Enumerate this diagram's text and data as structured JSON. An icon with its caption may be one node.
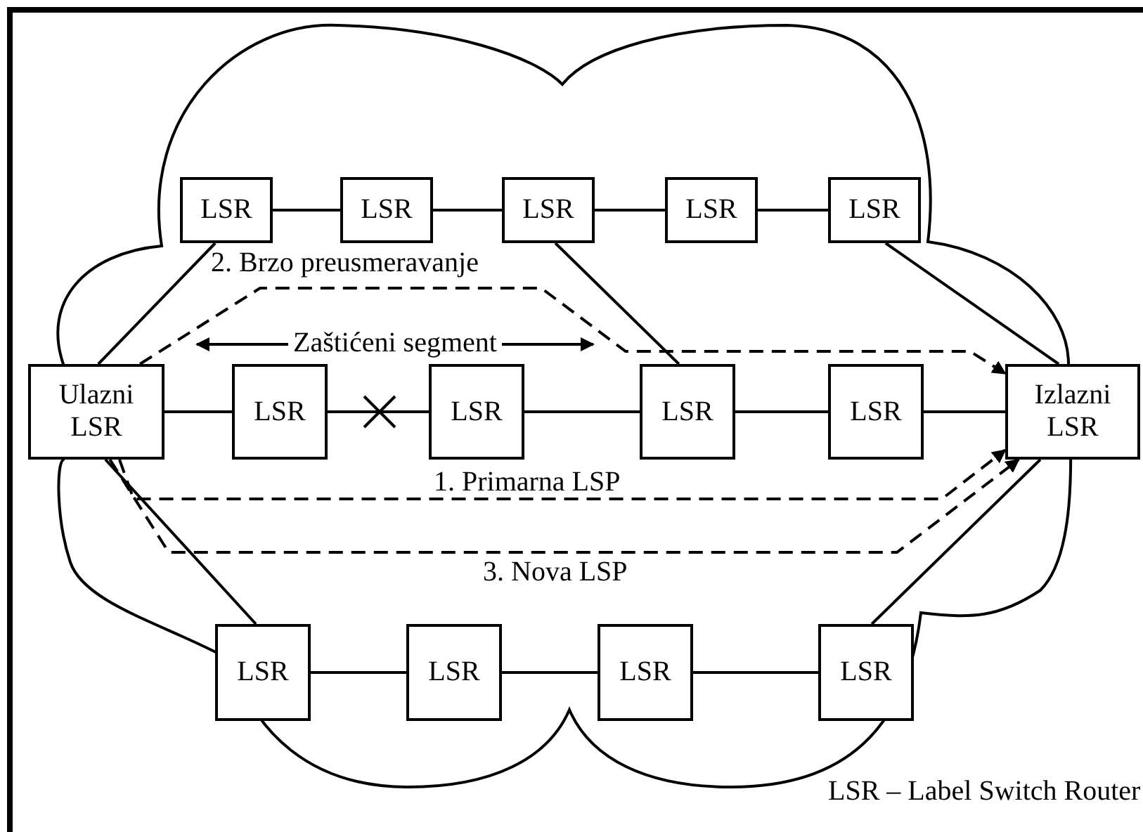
{
  "diagram": {
    "nodes": [
      {
        "text": [
          "LSR"
        ]
      },
      {
        "text": [
          "LSR"
        ]
      },
      {
        "text": [
          "LSR"
        ]
      },
      {
        "text": [
          "LSR"
        ]
      },
      {
        "text": [
          "LSR"
        ]
      },
      {
        "text": [
          "Ulazni LSR"
        ]
      },
      {
        "text": [
          "LSR"
        ]
      },
      {
        "text": [
          "LSR"
        ]
      },
      {
        "text": [
          "LSR"
        ]
      },
      {
        "text": [
          "LSR"
        ]
      },
      {
        "text": [
          "Izlazni LSR"
        ]
      },
      {
        "text": [
          "LSR"
        ]
      },
      {
        "text": [
          "LSR"
        ]
      },
      {
        "text": [
          "LSR"
        ]
      },
      {
        "text": [
          "LSR"
        ]
      }
    ],
    "edges": [
      {
        "from": 0,
        "to": 1,
        "arrow": "none"
      },
      {
        "from": 1,
        "to": 2,
        "arrow": "none"
      },
      {
        "from": 2,
        "to": 3,
        "arrow": "none"
      },
      {
        "from": 3,
        "to": 4,
        "arrow": "none"
      },
      {
        "from": 5,
        "to": 0,
        "arrow": "none"
      },
      {
        "from": 2,
        "to": 8,
        "arrow": "none"
      },
      {
        "from": 4,
        "to": 10,
        "arrow": "none"
      },
      {
        "from": 5,
        "to": 6,
        "arrow": "none"
      },
      {
        "from": 6,
        "to": 7,
        "arrow": "none"
      },
      {
        "from": 7,
        "to": 8,
        "arrow": "none"
      },
      {
        "from": 8,
        "to": 9,
        "arrow": "none"
      },
      {
        "from": 9,
        "to": 10,
        "arrow": "none"
      },
      {
        "from": 5,
        "to": 11,
        "arrow": "none"
      },
      {
        "from": 11,
        "to": 12,
        "arrow": "none"
      },
      {
        "from": 12,
        "to": 13,
        "arrow": "none"
      },
      {
        "from": 13,
        "to": 14,
        "arrow": "none"
      },
      {
        "from": 14,
        "to": 10,
        "arrow": "none"
      },
      {
        "from": 5,
        "to": 10,
        "arrow": "to",
        "style": "dashed",
        "label": "2. Brzo preusmeravanje"
      },
      {
        "from": 5,
        "to": 10,
        "arrow": "to",
        "style": "dashed",
        "label": "1. Primarna LSP"
      },
      {
        "from": 5,
        "to": 10,
        "arrow": "to",
        "style": "dashed",
        "label": "3. Nova LSP"
      }
    ],
    "labels": [
      "Zaštićeni segment",
      "LSR – Label Switch Router"
    ]
  }
}
